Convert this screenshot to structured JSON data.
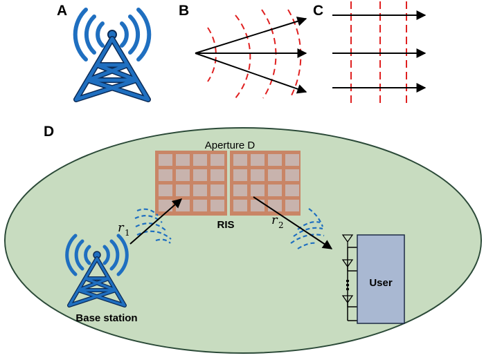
{
  "panels": {
    "a": {
      "label": "A"
    },
    "b": {
      "label": "B"
    },
    "c": {
      "label": "C"
    },
    "d": {
      "label": "D"
    }
  },
  "ris": {
    "aperture_label": "Aperture D",
    "label": "RIS"
  },
  "base_station": {
    "label": "Base station"
  },
  "user": {
    "label": "User"
  },
  "paths": {
    "r1": {
      "symbol": "r",
      "subscript": "1"
    },
    "r2": {
      "symbol": "r",
      "subscript": "2"
    }
  },
  "colors": {
    "tower_blue": "#1f6fc0",
    "wavefront_red": "#e02020",
    "region_green": "#c8dcc0",
    "ris_copper": "#c98566",
    "user_box": "#a9b8d2"
  },
  "icons": [
    "antenna-tower-icon",
    "antenna-element-icon",
    "signal-wave-icon"
  ]
}
